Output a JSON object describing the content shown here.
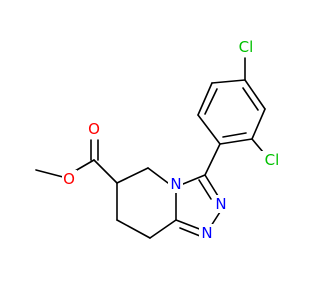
{
  "molecule": {
    "atoms": {
      "o_methoxy": {
        "label": "O",
        "color": "#ff0000"
      },
      "o_carbonyl": {
        "label": "O",
        "color": "#ff0000"
      },
      "n_bridge": {
        "label": "N",
        "color": "#0000ff"
      },
      "n_ring_a": {
        "label": "N",
        "color": "#0000ff"
      },
      "n_ring_b": {
        "label": "N",
        "color": "#0000ff"
      },
      "cl_para": {
        "label": "Cl",
        "color": "#00c000"
      },
      "cl_ortho": {
        "label": "Cl",
        "color": "#00c000"
      }
    }
  }
}
